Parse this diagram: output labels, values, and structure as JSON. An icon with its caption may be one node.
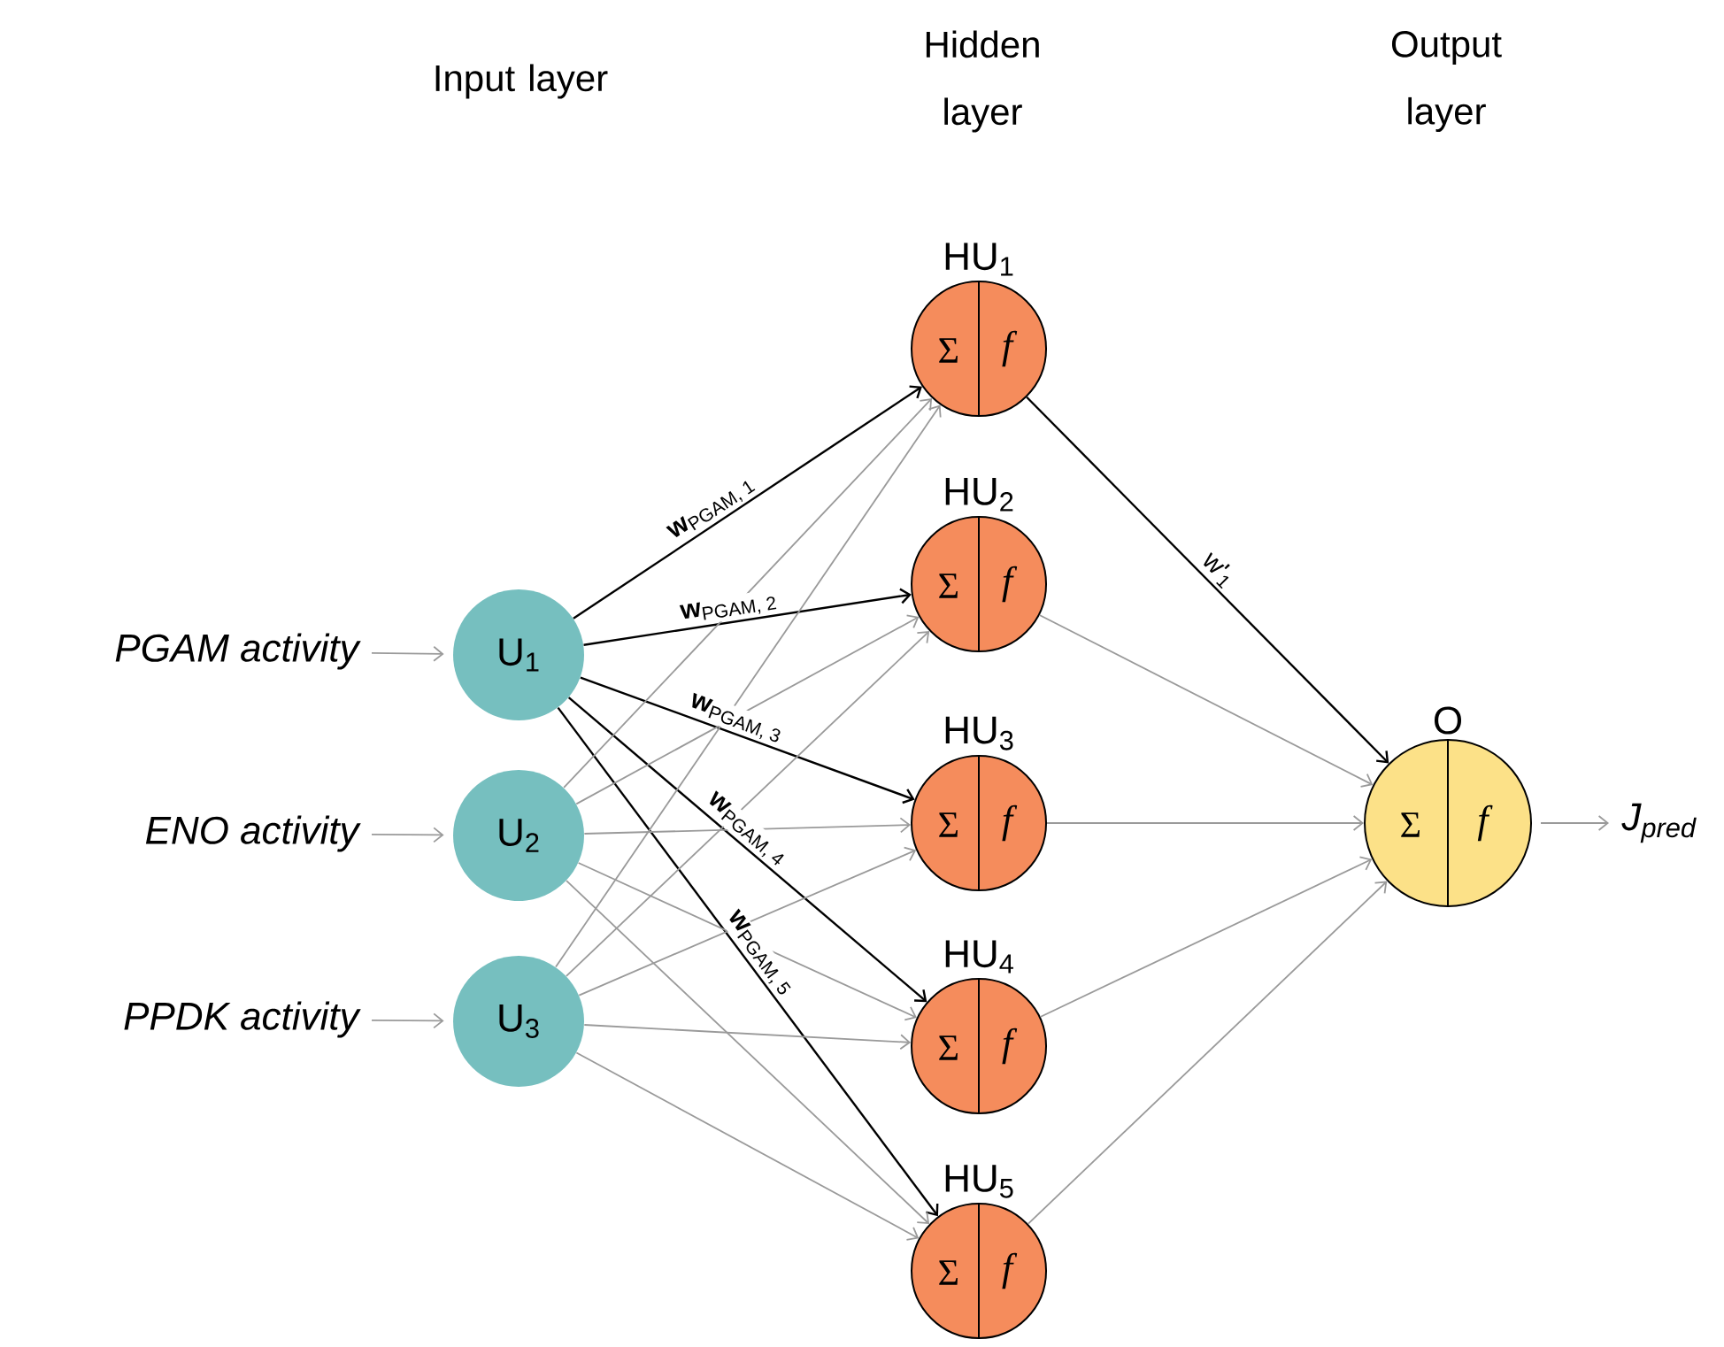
{
  "diagram": {
    "nodes": [
      {
        "text": [
          "PGAM activity"
        ]
      },
      {
        "text": [
          "ENO activity"
        ]
      },
      {
        "text": [
          "PPDK activity"
        ]
      },
      {
        "text": [
          "U$_{1}$"
        ]
      },
      {
        "text": [
          "U$_{2}$"
        ]
      },
      {
        "text": [
          "U$_{3}$"
        ]
      },
      {
        "text": [
          "HU$_{1}$",
          "Σ",
          "f"
        ]
      },
      {
        "text": [
          "HU$_{2}$",
          "Σ",
          "f"
        ]
      },
      {
        "text": [
          "HU$_{3}$",
          "Σ",
          "f"
        ]
      },
      {
        "text": [
          "HU$_{4}$",
          "Σ",
          "f"
        ]
      },
      {
        "text": [
          "HU$_{5}$",
          "Σ",
          "f"
        ]
      },
      {
        "text": [
          "O",
          "Σ",
          "f"
        ]
      },
      {
        "text": [
          "J$_{pred}$"
        ]
      }
    ],
    "edges": [
      {
        "from": 0,
        "to": 3,
        "arrow": "to"
      },
      {
        "from": 1,
        "to": 4,
        "arrow": "to"
      },
      {
        "from": 2,
        "to": 5,
        "arrow": "to"
      },
      {
        "from": 3,
        "to": 6,
        "arrow": "to",
        "label": "**w**$_{PGAM, 1}$",
        "color": "#000000"
      },
      {
        "from": 3,
        "to": 7,
        "arrow": "to",
        "label": "**w**$_{PGAM, 2}$",
        "color": "#000000"
      },
      {
        "from": 3,
        "to": 8,
        "arrow": "to",
        "label": "**w**$_{PGAM, 3}$",
        "color": "#000000"
      },
      {
        "from": 3,
        "to": 9,
        "arrow": "to",
        "label": "**w**$_{PGAM, 4}$",
        "color": "#000000"
      },
      {
        "from": 3,
        "to": 10,
        "arrow": "to",
        "label": "**w**$_{PGAM, 5}$",
        "color": "#000000"
      },
      {
        "from": 4,
        "to": 6,
        "arrow": "to"
      },
      {
        "from": 4,
        "to": 7,
        "arrow": "to"
      },
      {
        "from": 4,
        "to": 8,
        "arrow": "to"
      },
      {
        "from": 4,
        "to": 9,
        "arrow": "to"
      },
      {
        "from": 4,
        "to": 10,
        "arrow": "to"
      },
      {
        "from": 5,
        "to": 6,
        "arrow": "to"
      },
      {
        "from": 5,
        "to": 7,
        "arrow": "to"
      },
      {
        "from": 5,
        "to": 8,
        "arrow": "to"
      },
      {
        "from": 5,
        "to": 9,
        "arrow": "to"
      },
      {
        "from": 5,
        "to": 10,
        "arrow": "to"
      },
      {
        "from": 6,
        "to": 11,
        "arrow": "to",
        "label": "w'$_{1}$",
        "color": "#000000"
      },
      {
        "from": 7,
        "to": 11,
        "arrow": "to"
      },
      {
        "from": 8,
        "to": 11,
        "arrow": "to"
      },
      {
        "from": 9,
        "to": 11,
        "arrow": "to"
      },
      {
        "from": 10,
        "to": 11,
        "arrow": "to"
      },
      {
        "from": 11,
        "to": 12,
        "arrow": "to"
      }
    ],
    "labels": [
      "Input layer",
      "Hidden layer",
      "Output layer"
    ]
  }
}
